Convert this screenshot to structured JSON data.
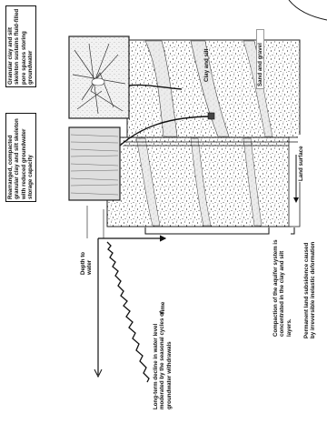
{
  "labels": {
    "granular": "Granular clay and silt skeleton sustains fluid-filled pore spaces storing groundwater",
    "rearranged": "Rearranged, compacted granular clay and silt skeleton with reduced groundwater storage capacity",
    "sand_top": "Sand and gravel",
    "clay_top": "Clay and silt",
    "land_surface": "Land surface",
    "permanent": "Permanent land subsidence caused by irreversible inelastic deformation",
    "compaction": "Compaction of the aquifer system is concentrated in the clay and silt layers.",
    "depth": "Depth to water",
    "time": "Time",
    "longterm": "Long-term decline in water level moderated by the seasonal cycles of groundwater withdrawals"
  }
}
